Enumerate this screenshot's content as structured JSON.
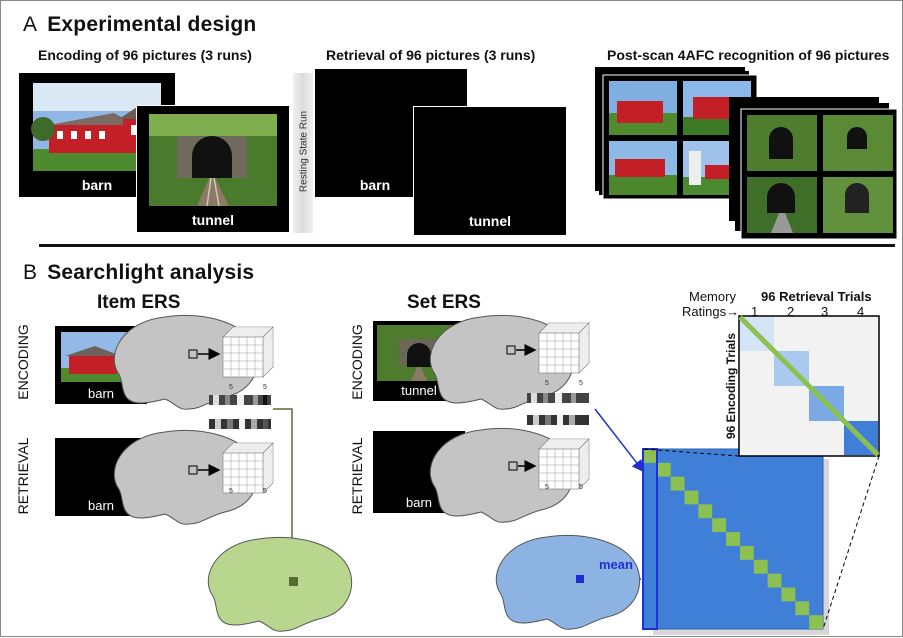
{
  "sectionA": {
    "letter": "A",
    "title": "Experimental design"
  },
  "encoding_header": "Encoding of 96 pictures (3 runs)",
  "retrieval_header": "Retrieval of 96 pictures (3 runs)",
  "postscan_header": "Post-scan 4AFC recognition of 96 pictures",
  "resting_state": "Resting State Run",
  "stimuli": {
    "barn": "barn",
    "tunnel": "tunnel"
  },
  "sectionB": {
    "letter": "B",
    "title": "Searchlight analysis"
  },
  "item_ers": "Item ERS",
  "set_ers": "Set ERS",
  "encoding_label": "ENCODING",
  "retrieval_label": "RETRIEVAL",
  "voxel_dims": [
    "5",
    "5"
  ],
  "matrix": {
    "memory_ratings_line1": "Memory",
    "memory_ratings_line2": "Ratings",
    "arrow": "→",
    "retrieval_trials": "96 Retrieval Trials",
    "encoding_trials": "96 Encoding Trials",
    "ratings": [
      "1",
      "2",
      "3",
      "4"
    ]
  },
  "mean_label": "mean",
  "colors": {
    "item_ers_green": "#556b2f",
    "set_ers_blue": "#1f2fd6",
    "matrix_blue": "#3f7fd8",
    "diag_green": "#8cc152"
  }
}
